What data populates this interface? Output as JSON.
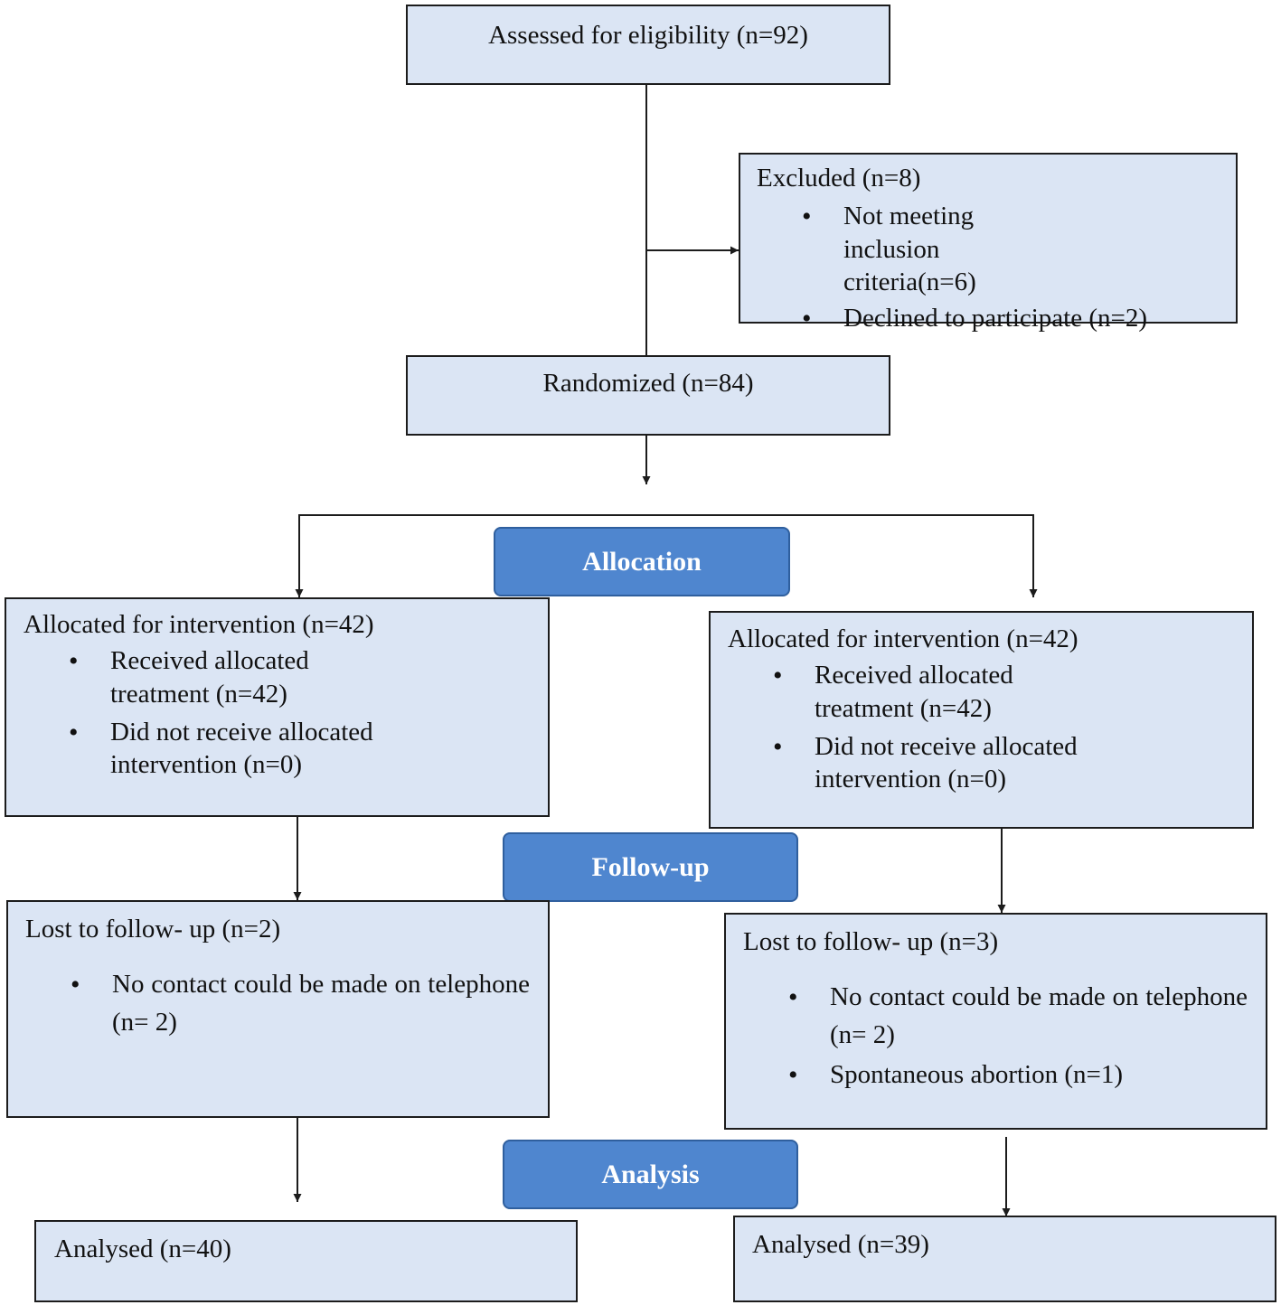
{
  "enrollment": {
    "assessed": "Assessed for eligibility (n=92)",
    "excluded": {
      "title": "Excluded (n=8)",
      "items": [
        "Not meeting inclusion criteria(n=6)",
        "Declined to participate (n=2)"
      ]
    },
    "randomized": "Randomized (n=84)"
  },
  "stages": {
    "allocation": "Allocation",
    "followup": "Follow-up",
    "analysis": "Analysis"
  },
  "left_arm": {
    "allocation": {
      "title": "Allocated for intervention (n=42)",
      "items": [
        "Received allocated treatment (n=42)",
        "Did not receive allocated intervention (n=0)"
      ]
    },
    "followup": {
      "title": "Lost to follow- up (n=2)",
      "items": [
        "No contact could be made on telephone (n= 2)"
      ]
    },
    "analysis": "Analysed (n=40)"
  },
  "right_arm": {
    "allocation": {
      "title": "Allocated for intervention (n=42)",
      "items": [
        "Received allocated treatment (n=42)",
        "Did not receive allocated intervention (n=0)"
      ]
    },
    "followup": {
      "title": "Lost to follow- up (n=3)",
      "items": [
        "No contact could be made on telephone (n= 2)",
        "Spontaneous abortion (n=1)"
      ]
    },
    "analysis": "Analysed (n=39)"
  },
  "colors": {
    "box_fill": "#dbe5f4",
    "stage_fill": "#4f86cf",
    "line": "#1c1c1c"
  }
}
